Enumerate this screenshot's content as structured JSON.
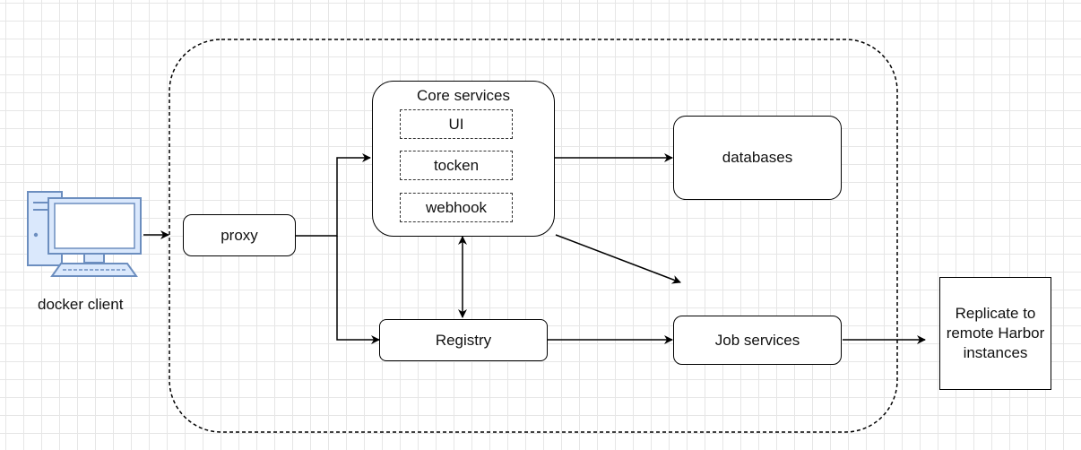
{
  "diagram": {
    "client_label": "docker client",
    "proxy_label": "proxy",
    "core": {
      "title": "Core services",
      "items": [
        "UI",
        "tocken",
        "webhook"
      ]
    },
    "databases_label": "databases",
    "registry_label": "Registry",
    "job_services_label": "Job services",
    "replicate_lines": [
      "Replicate to",
      "remote Harbor",
      "instances"
    ]
  },
  "colors": {
    "stroke": "#000000",
    "grid": "#e6e6e6",
    "monitor_fill": "#dae8fc",
    "monitor_stroke": "#6c8ebf"
  }
}
